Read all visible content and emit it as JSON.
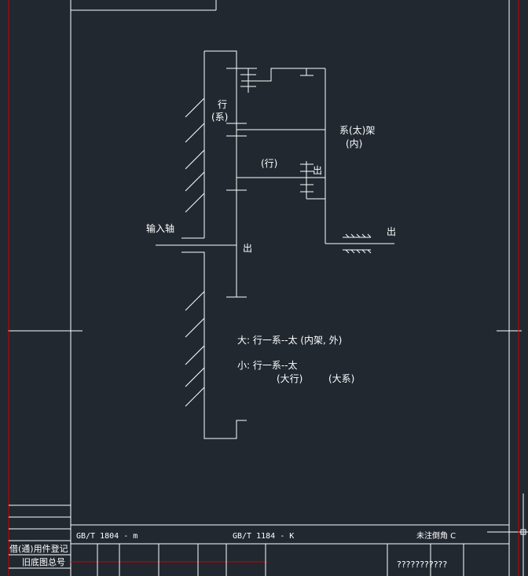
{
  "colors": {
    "background": "#212830",
    "line": "#ffffff",
    "border_red": "#cc0000"
  },
  "diagram": {
    "label_xing_top": "行",
    "label_xi_top": "(系)",
    "label_planet_carrier": "系(太)架",
    "label_inner": "(内)",
    "label_xing_mid": "(行)",
    "label_out_small": "出",
    "label_input_shaft": "输入轴",
    "label_out_center": "出",
    "label_out_right": "出",
    "note_big": "大: 行一系--太 (内架, 外)",
    "note_small": "小: 行一系--太",
    "note_big_xing": "(大行)",
    "note_big_xi": "(大系)"
  },
  "title_block": {
    "std_1804": "GB/T 1804 - m",
    "std_1184": "GB/T 1184 -  K",
    "chamfer_note": "未注倒角 C",
    "borrow_register": "借(通)用件登记",
    "old_drawing_no": "旧底图总号",
    "garbled": "???????????"
  }
}
